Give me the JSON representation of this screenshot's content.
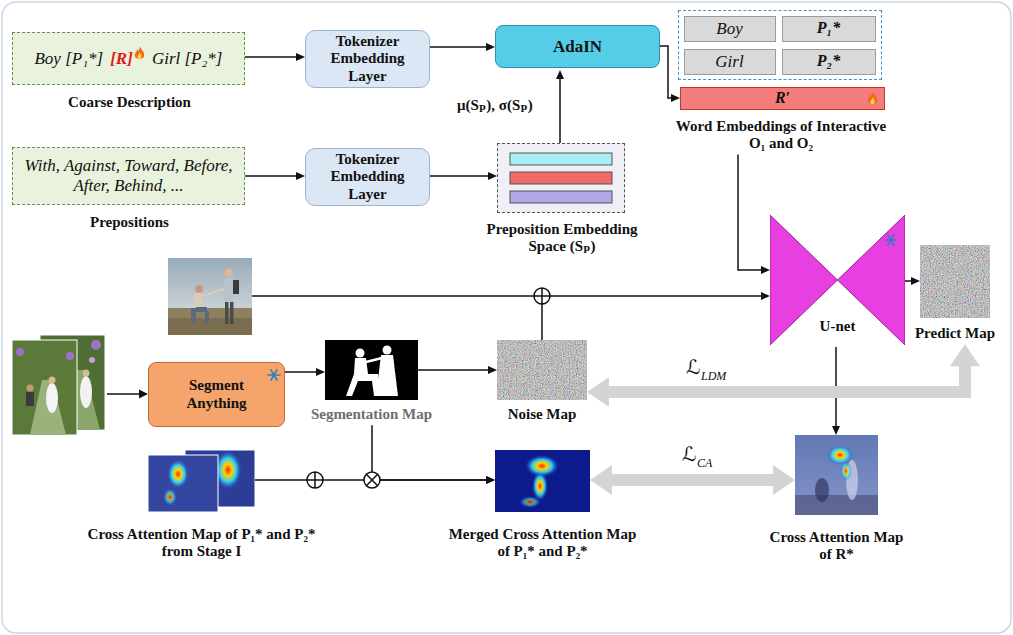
{
  "diagram": {
    "nodes": [
      {
        "text": [
          "Boy [P₁*]",
          "[R]",
          "Girl [P₂*]",
          "Coarse Description"
        ]
      },
      {
        "text": [
          "Tokenizer Embedding Layer"
        ]
      },
      {
        "text": [
          "AdaIN"
        ]
      },
      {
        "text": [
          "Word Embeddings of Interactive O₁ and O₂"
        ]
      },
      {
        "text": [
          "Boy"
        ],
        "in": 3
      },
      {
        "text": [
          "P₁*"
        ],
        "in": 3
      },
      {
        "text": [
          "Girl"
        ],
        "in": 3
      },
      {
        "text": [
          "P₂*"
        ],
        "in": 3
      },
      {
        "text": [
          "R′"
        ]
      },
      {
        "text": [
          "With, Against, Toward, Before, After, Behind, ...",
          "Prepositions"
        ]
      },
      {
        "text": [
          "Tokenizer Embedding Layer"
        ]
      },
      {
        "text": [
          "Preposition Embedding Space (Sₚ)"
        ]
      },
      {
        "text": [
          "U-net"
        ]
      },
      {
        "text": [
          "Predict Map"
        ]
      },
      {
        "text": [
          "Segment Anything"
        ]
      },
      {
        "text": [
          "Segmentation Map"
        ]
      },
      {
        "text": [
          "Noise Map"
        ]
      },
      {
        "text": [
          "Cross Attention Map of P₁* and P₂* from Stage I"
        ]
      },
      {
        "text": [
          "Merged Cross Attention Map of P₁* and P₂*"
        ]
      },
      {
        "text": [
          "Cross Attention Map of R*"
        ]
      }
    ],
    "edges": [
      {
        "from": 0,
        "to": 1,
        "arrow": "to"
      },
      {
        "from": 1,
        "to": 2,
        "arrow": "to"
      },
      {
        "from": 2,
        "to": 8,
        "arrow": "to"
      },
      {
        "from": 9,
        "to": 10,
        "arrow": "to"
      },
      {
        "from": 10,
        "to": 11,
        "arrow": "to"
      },
      {
        "from": 11,
        "to": 2,
        "label": "μ(Sₚ), σ(Sₚ)",
        "arrow": "to"
      },
      {
        "from": 3,
        "to": 12,
        "arrow": "to"
      },
      {
        "from": 12,
        "to": 13,
        "arrow": "to"
      },
      {
        "from": 14,
        "to": 15,
        "arrow": "to"
      },
      {
        "from": 15,
        "to": 16,
        "arrow": "to"
      },
      {
        "from": 16,
        "to": 12,
        "arrow": "to"
      },
      {
        "from": 15,
        "to": 18,
        "arrow": "to"
      },
      {
        "from": 17,
        "to": 18,
        "arrow": "to"
      },
      {
        "from": 12,
        "to": 19,
        "arrow": "to"
      },
      {
        "from": 18,
        "to": 19,
        "arrow": "both"
      },
      {
        "from": 16,
        "to": 13,
        "arrow": "both"
      }
    ],
    "labels": [
      "ℒ",
      "LDM",
      "ℒ",
      "CA"
    ]
  }
}
